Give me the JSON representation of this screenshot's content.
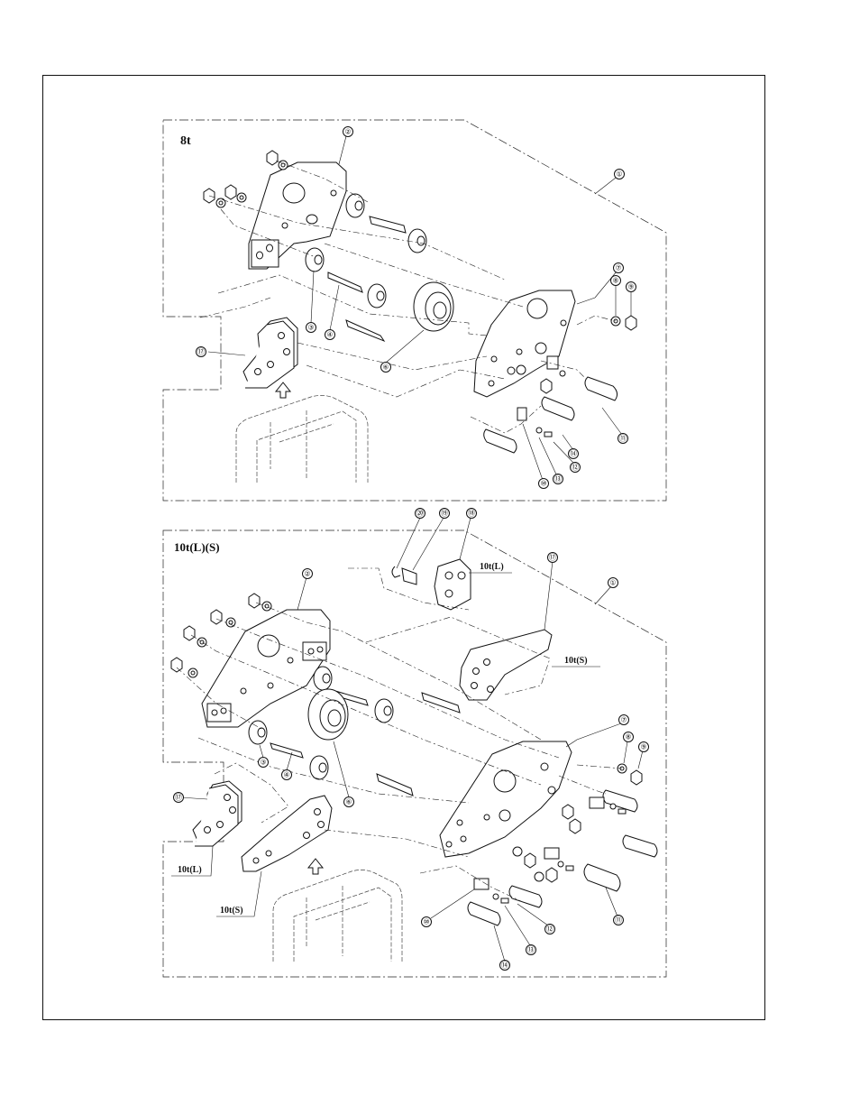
{
  "diagram_a": {
    "title": "8t",
    "callouts": [
      "①",
      "②",
      "③",
      "④",
      "⑥",
      "⑦",
      "⑧",
      "⑨",
      "⑩",
      "⑪",
      "⑫",
      "⑬",
      "⑭",
      "⑰"
    ]
  },
  "diagram_b": {
    "title": "10t(L)(S)",
    "callouts": [
      "①",
      "②",
      "③",
      "④",
      "⑥",
      "⑦",
      "⑧",
      "⑨",
      "⑩",
      "⑪",
      "⑫",
      "⑬",
      "⑭",
      "⑰",
      "⑰",
      "⑱",
      "⑲",
      "⑳"
    ],
    "variant_labels": [
      "10t(L)",
      "10t(S)",
      "10t(L)",
      "10t(S)"
    ]
  }
}
